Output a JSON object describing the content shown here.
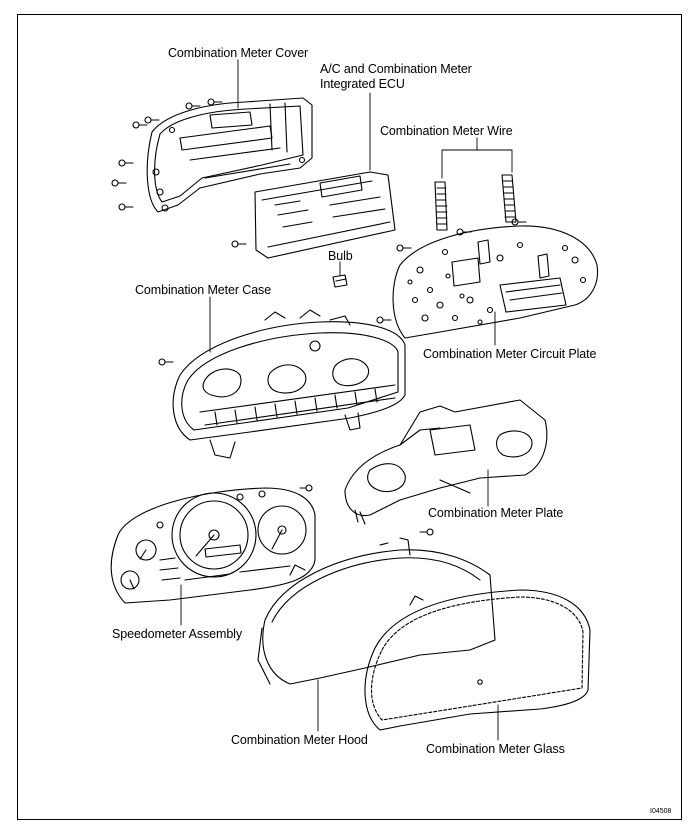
{
  "labels": {
    "combination_meter_cover": "Combination Meter Cover",
    "integrated_ecu_line1": "A/C and Combination Meter",
    "integrated_ecu_line2": "Integrated ECU",
    "combination_meter_wire": "Combination Meter Wire",
    "bulb": "Bulb",
    "combination_meter_case": "Combination Meter Case",
    "combination_meter_circuit_plate": "Combination Meter Circuit Plate",
    "combination_meter_plate": "Combination Meter Plate",
    "speedometer_assembly": "Speedometer Assembly",
    "combination_meter_hood": "Combination Meter Hood",
    "combination_meter_glass": "Combination Meter Glass"
  },
  "figure_code": "I04508",
  "colors": {
    "line": "#000000",
    "background": "#ffffff"
  }
}
